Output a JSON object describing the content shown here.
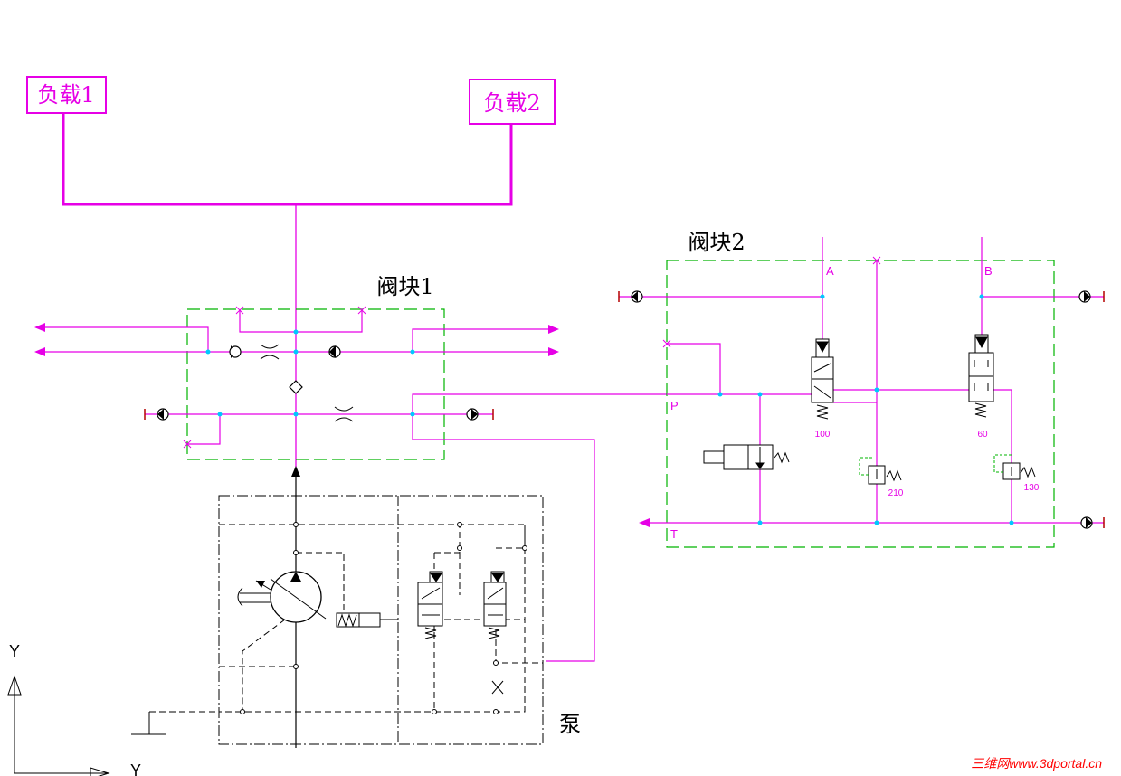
{
  "colors": {
    "magenta": "#e600e6",
    "green": "#00b400",
    "black": "#000000",
    "cyan": "#00c8ff",
    "darkred": "#b40000",
    "watermark": "#ff0000"
  },
  "labels": {
    "load1": "负载1",
    "load2": "负载2",
    "valve_block1": "阀块1",
    "valve_block2": "阀块2",
    "pump": "泵",
    "port_a": "A",
    "port_b": "B",
    "port_p": "P",
    "port_t": "T",
    "setting_100": "100",
    "setting_60": "60",
    "setting_210": "210",
    "setting_130": "130",
    "ucs_y_top": "Y",
    "ucs_y_bottom": "Y",
    "watermark": "三维网www.3dportal.cn"
  }
}
